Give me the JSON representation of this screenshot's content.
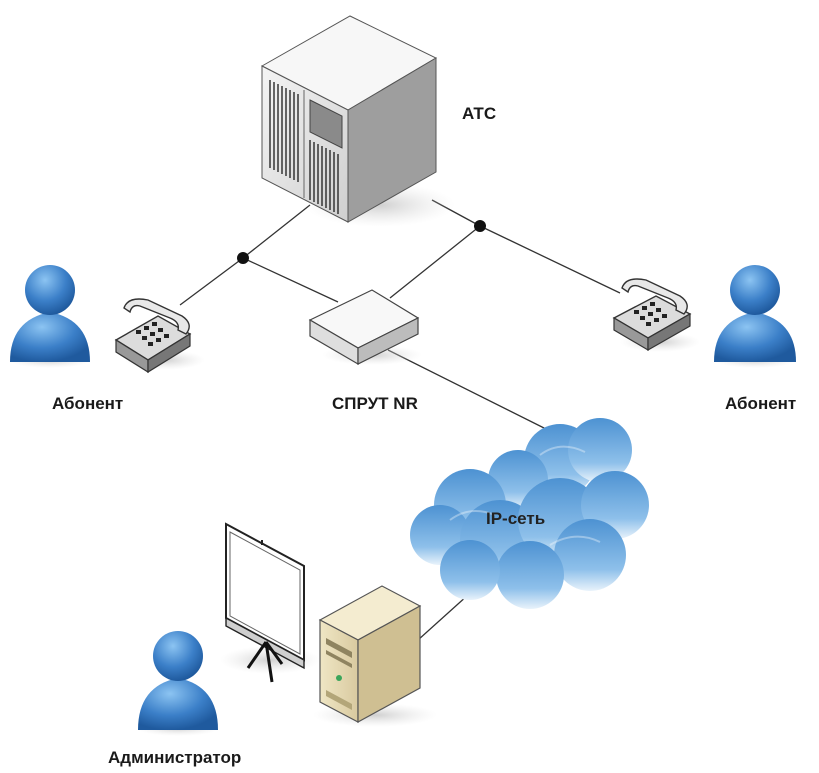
{
  "labels": {
    "atc": "АТС",
    "subscriber_left": "Абонент",
    "sprut": "СПРУТ NR",
    "subscriber_right": "Абонент",
    "ip_network": "IP-сеть",
    "administrator": "Администратор"
  },
  "colors": {
    "person": "#3b7fc8",
    "cloud": "#5b9fd8",
    "server": "#f2ead0",
    "line": "#333333"
  },
  "icons": [
    "server-rack-icon",
    "person-icon",
    "telephone-icon",
    "router-box-icon",
    "cloud-icon",
    "projector-screen-icon",
    "pc-tower-icon"
  ]
}
